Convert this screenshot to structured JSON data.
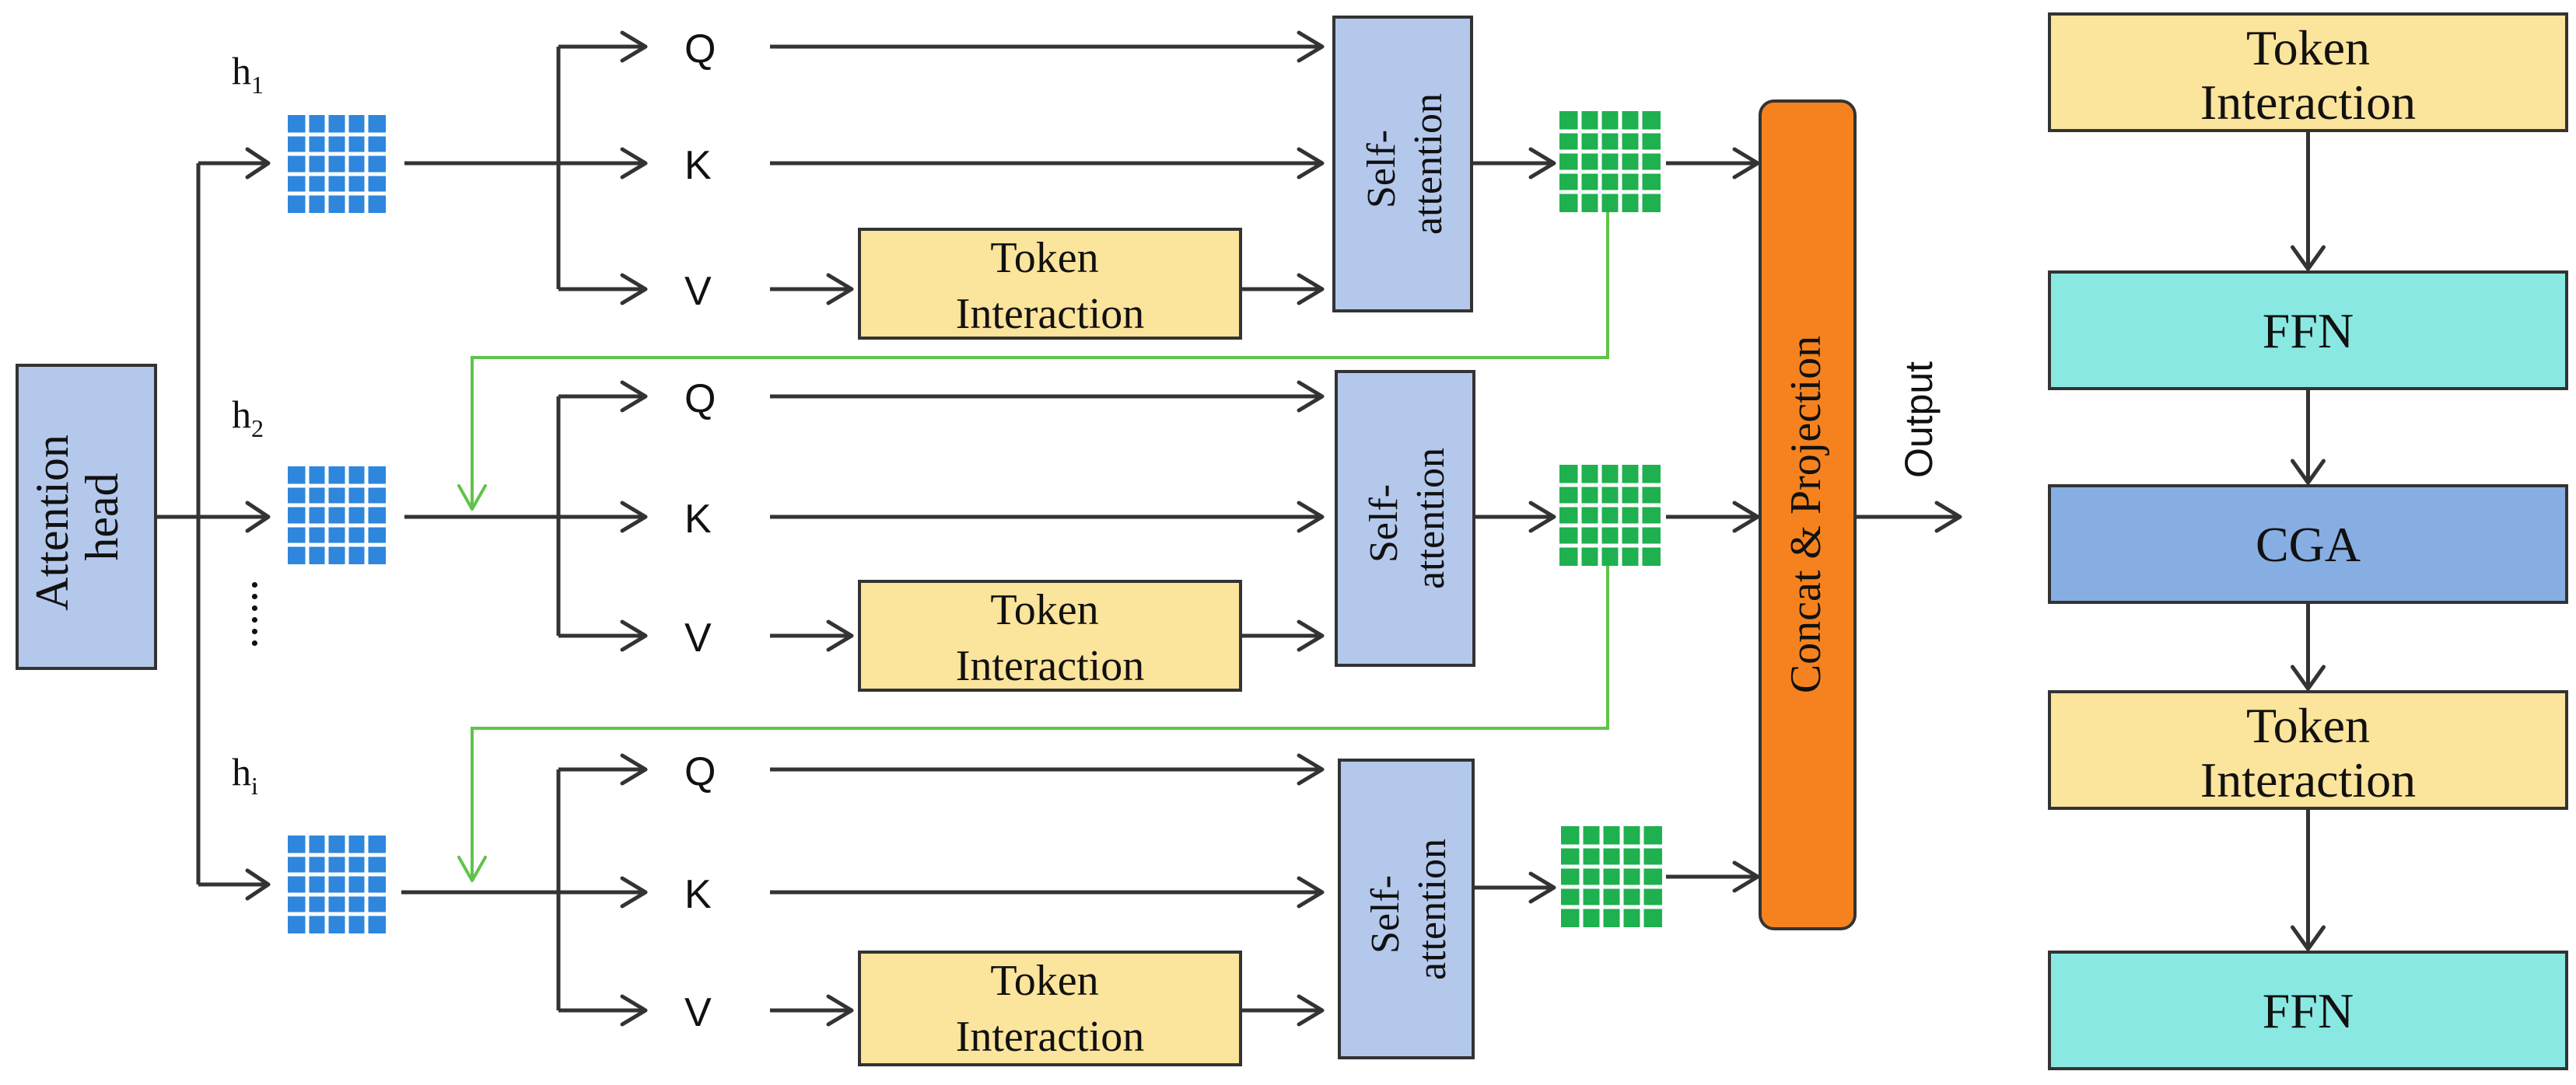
{
  "attention_head": {
    "line1": "Attention",
    "line2": "head"
  },
  "heads": [
    {
      "label": "h",
      "sub": "1"
    },
    {
      "label": "h",
      "sub": "2"
    },
    {
      "label": "h",
      "sub": "i"
    }
  ],
  "ellipsis": "......",
  "qkv": {
    "q": "Q",
    "k": "K",
    "v": "V"
  },
  "token_interaction": {
    "line1": "Token",
    "line2": "Interaction"
  },
  "self_attention": {
    "line1": "Self-",
    "line2": "attention"
  },
  "concat": "Concat & Projection",
  "output": "Output",
  "pipeline": [
    {
      "line1": "Token",
      "line2": "Interaction",
      "color": "#fbe49b"
    },
    {
      "line1": "FFN",
      "line2": "",
      "color": "#8ae8e2"
    },
    {
      "line1": "CGA",
      "line2": "",
      "color": "#87aee2"
    },
    {
      "line1": "Token",
      "line2": "Interaction",
      "color": "#fbe49b"
    },
    {
      "line1": "FFN",
      "line2": "",
      "color": "#8ae8e2"
    }
  ],
  "colors": {
    "attention_head_fill": "#b4c8ec",
    "token_fill": "#fbe49b",
    "self_attn_fill": "#b4c8ec",
    "concat_fill": "#f5821f",
    "blue_grid": "#2e86dd",
    "green_grid": "#1fb04f",
    "feedback_line": "#5fc44a"
  }
}
